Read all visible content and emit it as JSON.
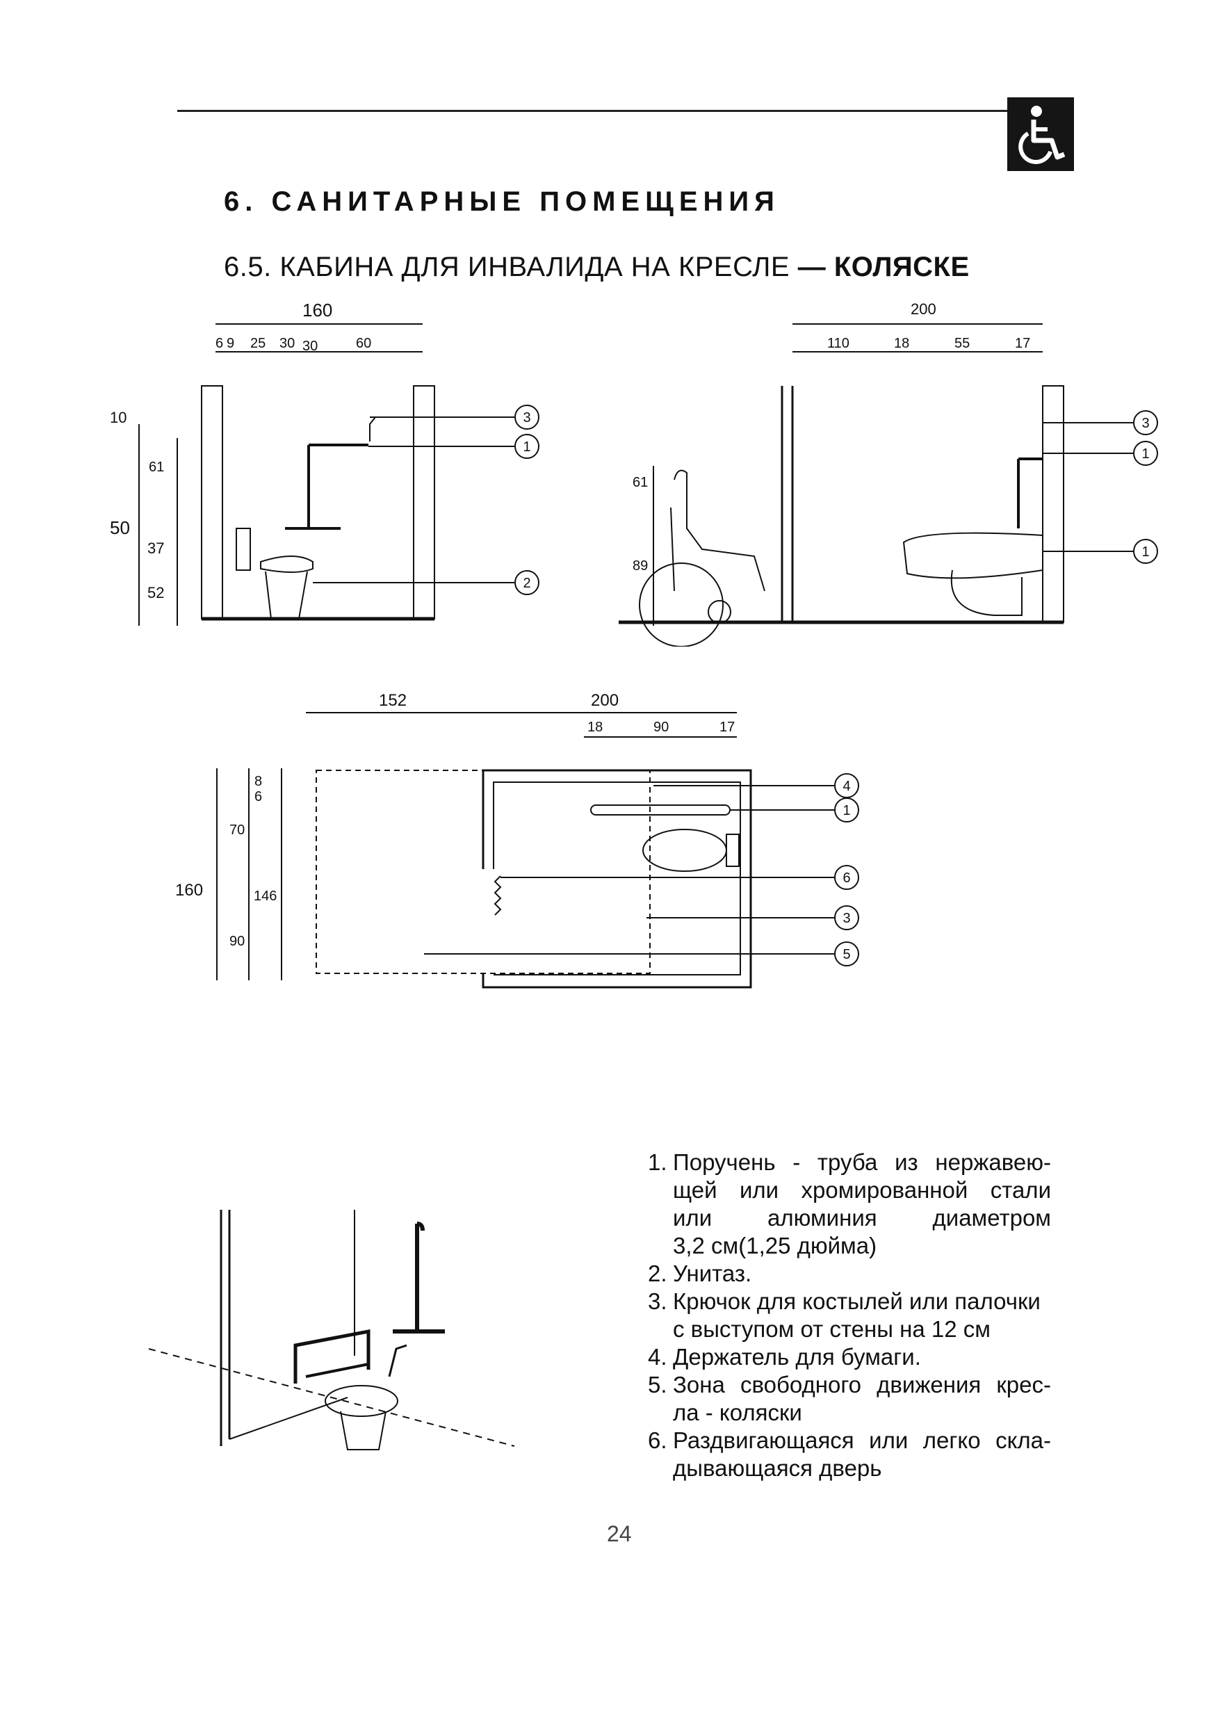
{
  "section_title": "6. САНИТАРНЫЕ ПОМЕЩЕНИЯ",
  "subsection_title_part1": "6.5. КАБИНА ДЛЯ ИНВАЛИДА НА КРЕСЛЕ",
  "subsection_title_part2": " — КОЛЯСКЕ",
  "accessibility_icon": "wheelchair-icon",
  "front_view": {
    "dim_total": "160",
    "dim_segments": [
      "6",
      "9",
      "25",
      "30",
      "30",
      "60"
    ],
    "vertical_dims": [
      "10",
      "61",
      "50",
      "37",
      "52"
    ]
  },
  "side_view": {
    "dim_total": "200",
    "dim_segments": [
      "110",
      "18",
      "55",
      "17"
    ],
    "vertical_dims": [
      "61",
      "89"
    ]
  },
  "plan_view": {
    "dim_left": "152",
    "dim_right": "200",
    "dim_segments": [
      "18",
      "90",
      "17"
    ],
    "vertical_dims": [
      "8",
      "6",
      "70",
      "160",
      "146",
      "90"
    ]
  },
  "callouts": [
    "1",
    "2",
    "3",
    "4",
    "5",
    "6"
  ],
  "legend": [
    {
      "num": "1.",
      "lines": [
        "Поручень  - труба из нержавею-",
        "щей или хромированной стали",
        "или алюминия диаметром",
        "3,2 см(1,25 дюйма)"
      ]
    },
    {
      "num": "2.",
      "lines": [
        "Унитаз."
      ]
    },
    {
      "num": "3.",
      "lines": [
        "Крючок для костылей или палочки",
        "с выступом от стены на 12 см"
      ]
    },
    {
      "num": "4.",
      "lines": [
        "Держатель для бумаги."
      ]
    },
    {
      "num": "5.",
      "lines": [
        "Зона свободного движения крес-",
        "ла - коляски"
      ]
    },
    {
      "num": "6.",
      "lines": [
        "Раздвигающаяся или легко скла-",
        "дывающаяся дверь"
      ]
    }
  ],
  "page_number": "24"
}
